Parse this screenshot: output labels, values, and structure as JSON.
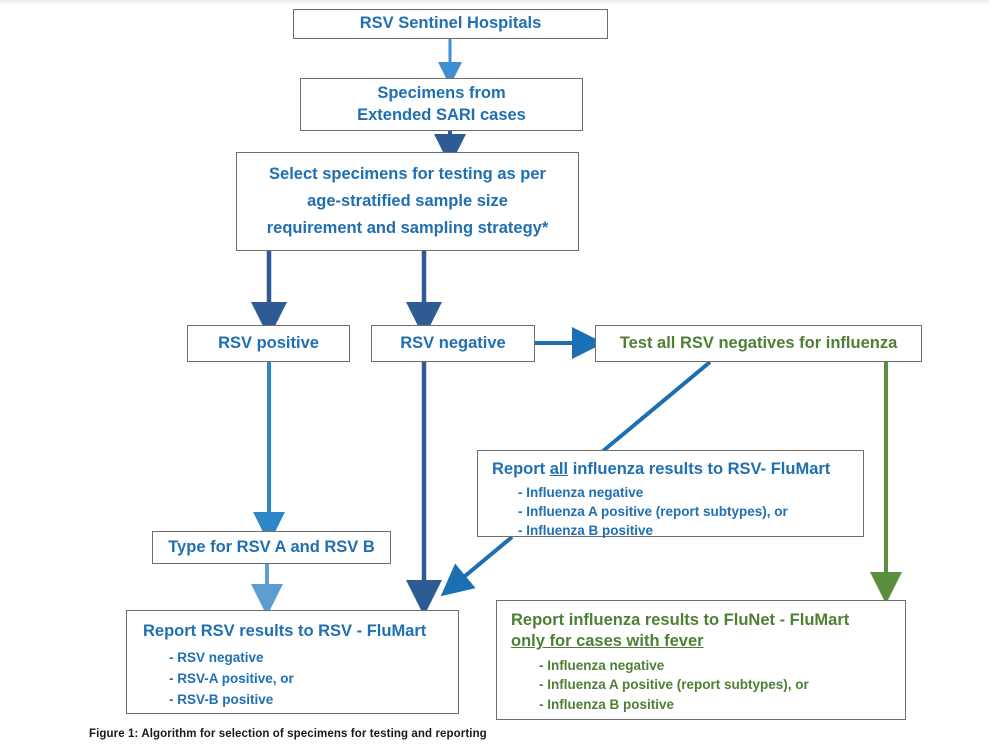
{
  "figure": {
    "caption": "Figure 1: Algorithm for selection of specimens for testing and reporting"
  },
  "colors": {
    "blue_text": "#1f6fb2",
    "green_text": "#4f7f35",
    "arrow_light_blue": "#3f8fd0",
    "arrow_navy": "#2e5b94",
    "arrow_blue": "#1b6fb5",
    "arrow_green": "#5b8f3e",
    "box_border": "#6e6e6e"
  },
  "nodes": {
    "sentinel_hospitals": {
      "title": "RSV Sentinel Hospitals"
    },
    "specimens_sari": {
      "title": "Specimens from\nExtended SARI cases"
    },
    "select_specimens": {
      "title": "Select specimens for testing as per\nage-stratified sample size\nrequirement and sampling strategy*"
    },
    "rsv_positive": {
      "title": "RSV positive"
    },
    "rsv_negative": {
      "title": "RSV negative"
    },
    "test_influenza": {
      "title": "Test all RSV negatives for influenza"
    },
    "type_rsv": {
      "title": "Type for RSV A and RSV B"
    },
    "report_flu_rsvflumart": {
      "header_pre": "Report ",
      "header_underline": "all",
      "header_post": " influenza results to RSV- FluMart",
      "bullets": [
        "- Influenza negative",
        "- Influenza A positive (report subtypes), or",
        "- Influenza B positive"
      ]
    },
    "report_rsv_results": {
      "header": "Report RSV results to RSV - FluMart",
      "bullets": [
        "- RSV negative",
        "- RSV-A positive, or",
        "- RSV-B positive"
      ]
    },
    "report_flu_flunet": {
      "header_line1": "Report influenza results to FluNet - FluMart",
      "header_underline": "only for cases with fever",
      "bullets": [
        "- Influenza negative",
        "- Influenza A positive (report subtypes), or",
        "- Influenza B positive"
      ]
    }
  },
  "edges": [
    {
      "name": "sentinel-to-specimens",
      "from": "sentinel_hospitals",
      "to": "specimens_sari",
      "color": "#3f8fd0",
      "arrow": true
    },
    {
      "name": "specimens-to-select",
      "from": "specimens_sari",
      "to": "select_specimens",
      "color": "#2e5b94",
      "arrow": true
    },
    {
      "name": "select-to-rsv-positive",
      "from": "select_specimens",
      "to": "rsv_positive",
      "color": "#2e5b94",
      "arrow": true
    },
    {
      "name": "select-to-rsv-negative",
      "from": "select_specimens",
      "to": "rsv_negative",
      "color": "#2e5b94",
      "arrow": true
    },
    {
      "name": "rsv-negative-to-test-influenza",
      "from": "rsv_negative",
      "to": "test_influenza",
      "color": "#1b6fb5",
      "arrow": true
    },
    {
      "name": "rsv-positive-to-type-rsv",
      "from": "rsv_positive",
      "to": "type_rsv",
      "color": "#2c87c8",
      "arrow": true
    },
    {
      "name": "type-rsv-to-report-rsv",
      "from": "type_rsv",
      "to": "report_rsv_results",
      "color": "#5d9ed0",
      "arrow": true
    },
    {
      "name": "rsv-negative-to-report-rsv",
      "from": "rsv_negative",
      "to": "report_rsv_results",
      "color": "#2e5b94",
      "arrow": true
    },
    {
      "name": "test-influenza-to-report-flu",
      "from": "test_influenza",
      "to": "report_flu_rsvflumart",
      "color": "#1b6fb5",
      "arrow": false
    },
    {
      "name": "report-flu-to-report-rsv",
      "from": "report_flu_rsvflumart",
      "to": "report_rsv_results",
      "color": "#1b6fb5",
      "arrow": true
    },
    {
      "name": "test-influenza-to-flunet",
      "from": "test_influenza",
      "to": "report_flu_flunet",
      "color": "#5b8f3e",
      "arrow": true
    }
  ]
}
